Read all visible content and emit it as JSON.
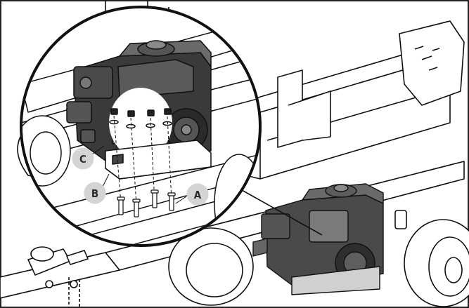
{
  "callouts": [
    {
      "id": "A",
      "label": "A"
    },
    {
      "id": "B",
      "label": "B"
    },
    {
      "id": "C",
      "label": "C"
    }
  ],
  "colors": {
    "line": "#111111",
    "engine_dark": "#3a3a3a",
    "engine_mid": "#5c5c5c",
    "engine_light": "#8a8a8a",
    "frame_fill": "#ffffff",
    "callout_fill": "#d4d4d4",
    "border": "#222222"
  }
}
